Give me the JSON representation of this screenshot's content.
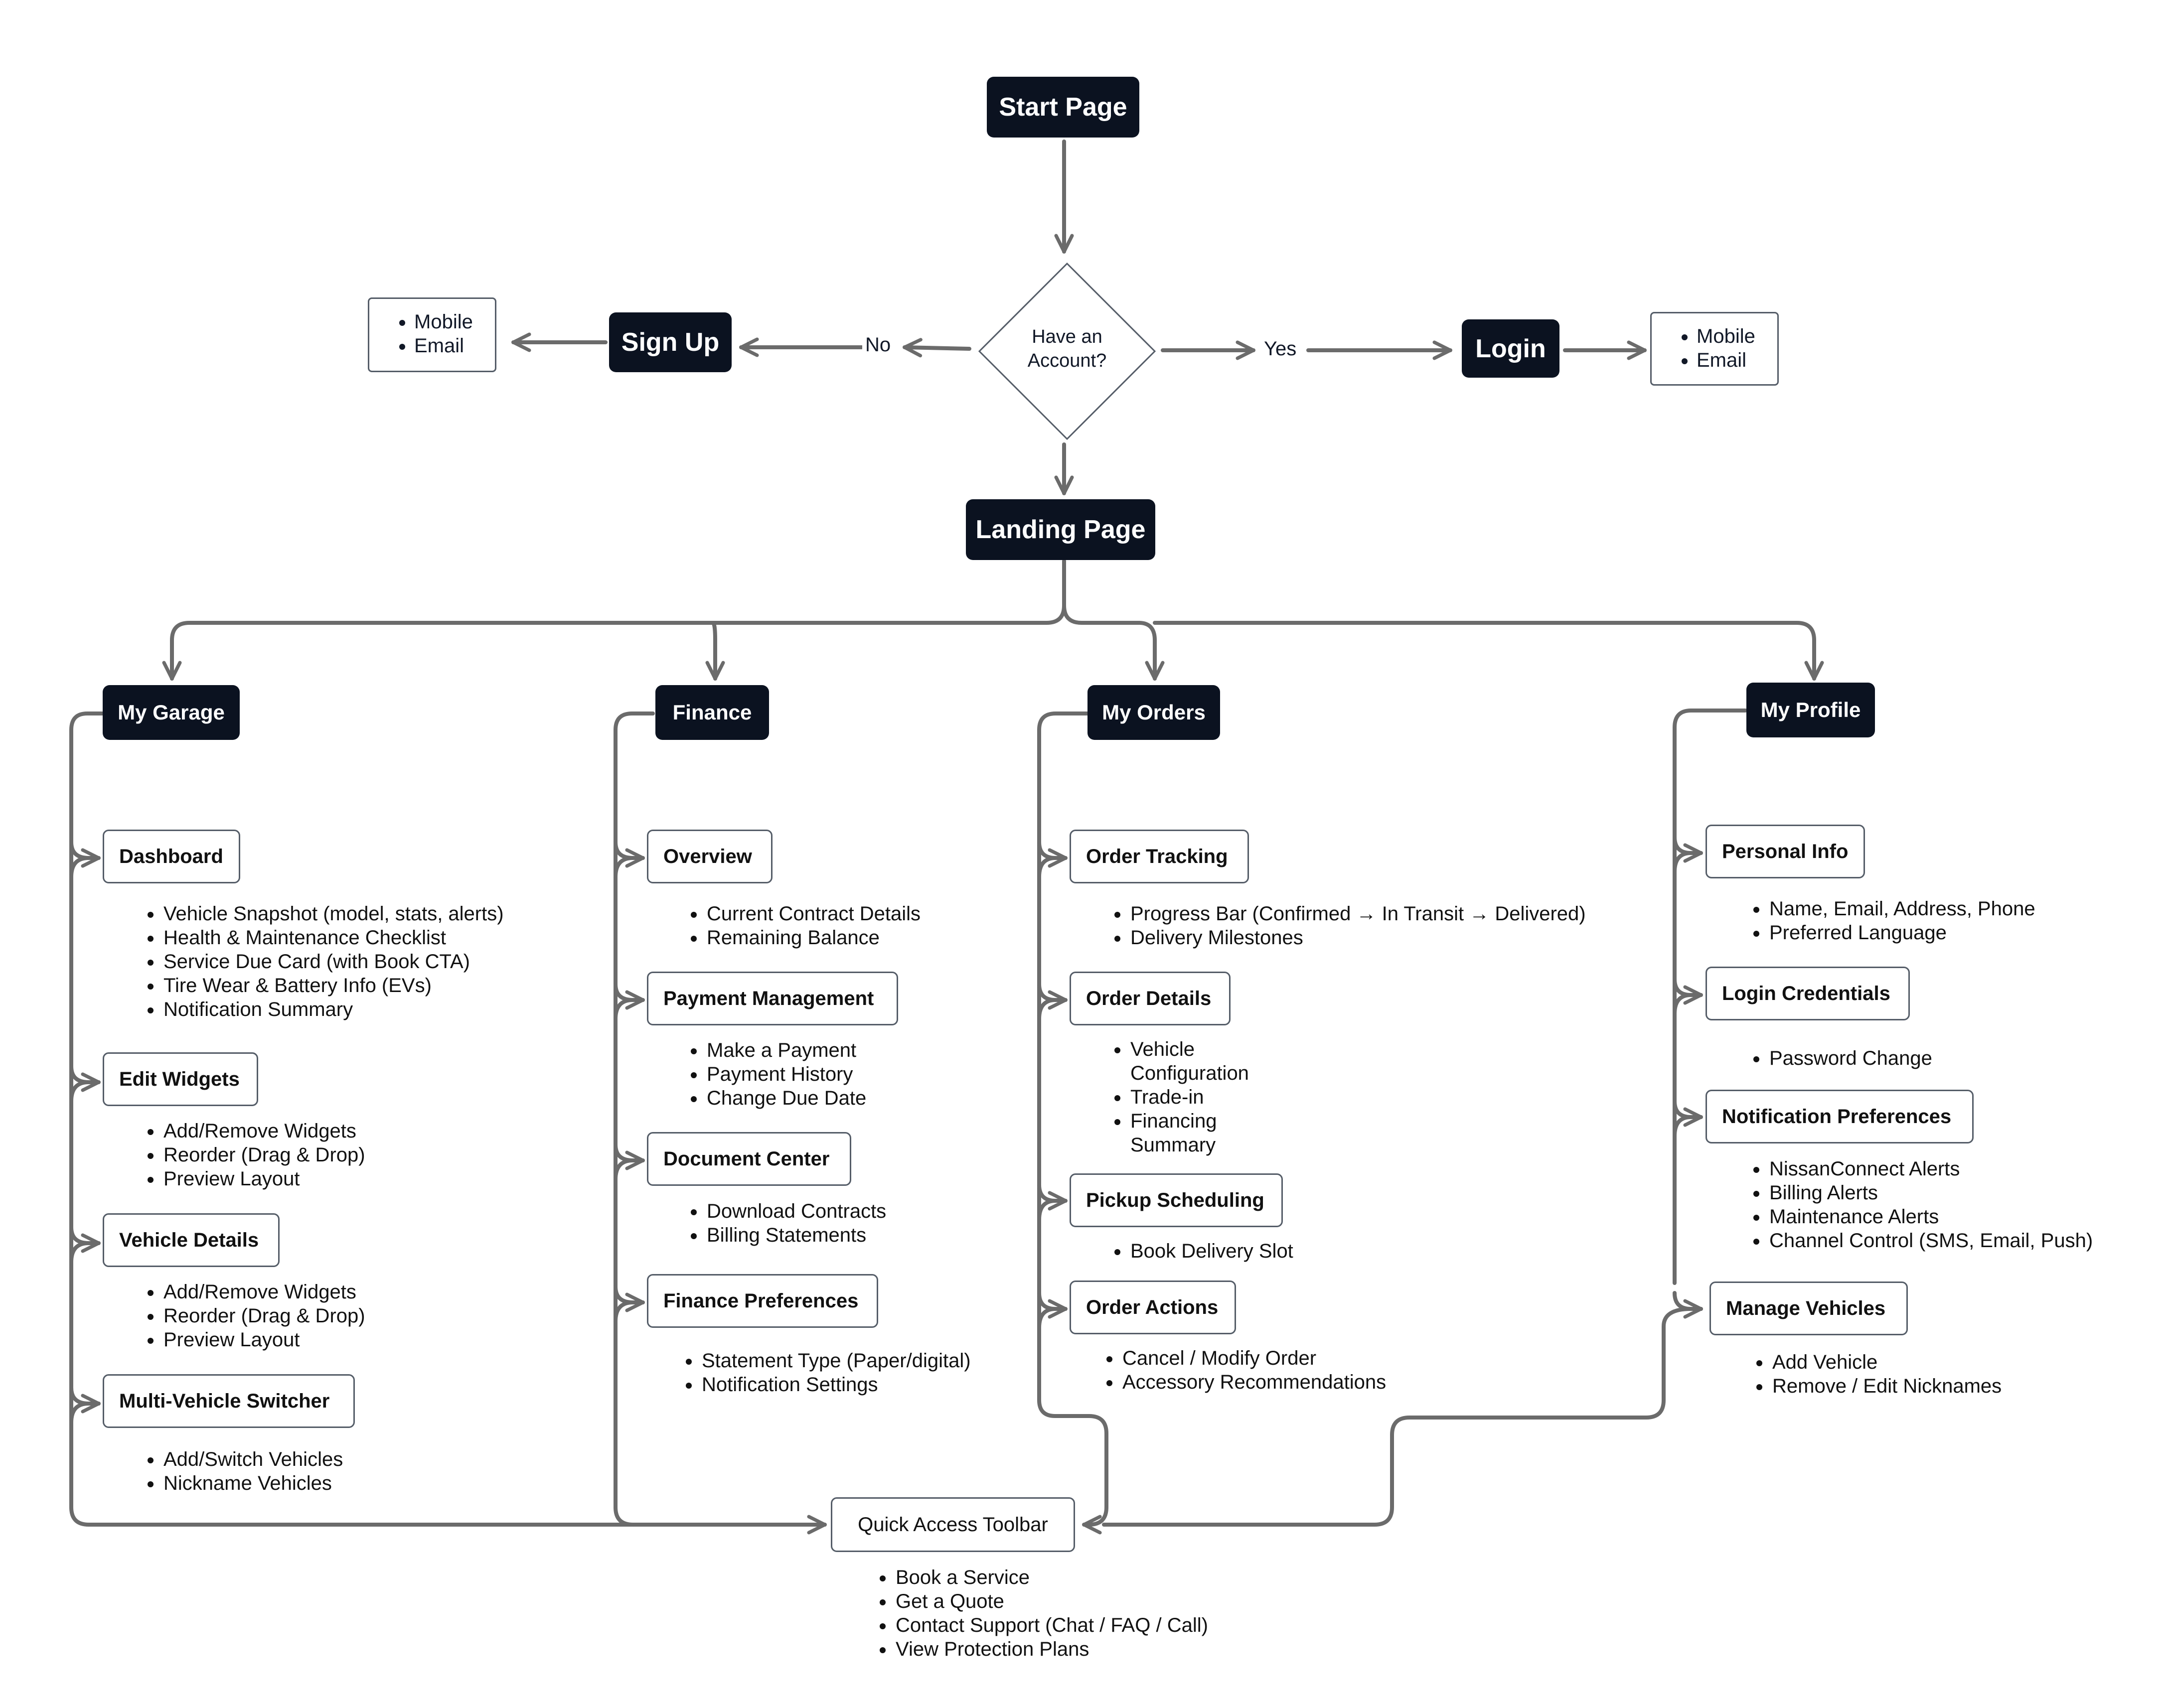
{
  "colors": {
    "dark_node": "#0b1220",
    "connector": "#6b6b6b",
    "border": "#555d68"
  },
  "flow": {
    "start": "Start Page",
    "decision_line1": "Have an",
    "decision_line2": "Account?",
    "no_label": "No",
    "yes_label": "Yes",
    "signup": "Sign Up",
    "login": "Login",
    "signup_options": [
      "Mobile",
      "Email"
    ],
    "login_options": [
      "Mobile",
      "Email"
    ],
    "landing": "Landing Page"
  },
  "sections": {
    "garage": {
      "title": "My Garage",
      "items": [
        {
          "label": "Dashboard",
          "bullets": [
            "Vehicle Snapshot (model, stats, alerts)",
            "Health & Maintenance Checklist",
            "Service Due Card (with Book CTA)",
            "Tire Wear & Battery Info (EVs)",
            "Notification Summary"
          ]
        },
        {
          "label": "Edit Widgets",
          "bullets": [
            "Add/Remove Widgets",
            "Reorder (Drag & Drop)",
            "Preview Layout"
          ]
        },
        {
          "label": "Vehicle Details",
          "bullets": [
            "Add/Remove Widgets",
            "Reorder (Drag & Drop)",
            "Preview Layout"
          ]
        },
        {
          "label": "Multi-Vehicle Switcher",
          "bullets": [
            "Add/Switch Vehicles",
            "Nickname Vehicles"
          ]
        }
      ]
    },
    "finance": {
      "title": "Finance",
      "items": [
        {
          "label": "Overview",
          "bullets": [
            "Current Contract Details",
            "Remaining Balance"
          ]
        },
        {
          "label": "Payment Management",
          "bullets": [
            "Make a Payment",
            "Payment History",
            "Change Due Date"
          ]
        },
        {
          "label": "Document Center",
          "bullets": [
            "Download Contracts",
            "Billing Statements"
          ]
        },
        {
          "label": "Finance Preferences",
          "bullets": [
            "Statement Type (Paper/digital)",
            "Notification Settings"
          ]
        }
      ]
    },
    "orders": {
      "title": "My Orders",
      "items": [
        {
          "label": "Order Tracking",
          "bullets": [
            "Progress Bar (Confirmed → In Transit → Delivered)",
            "Delivery Milestones"
          ]
        },
        {
          "label": "Order Details",
          "bullets": [
            "Vehicle Configuration",
            "Trade-in",
            "Financing Summary"
          ]
        },
        {
          "label": "Pickup Scheduling",
          "bullets": [
            "Book Delivery Slot"
          ]
        },
        {
          "label": "Order Actions",
          "bullets": [
            "Cancel / Modify Order",
            "Accessory Recommendations"
          ]
        }
      ]
    },
    "profile": {
      "title": "My Profile",
      "items": [
        {
          "label": "Personal Info",
          "bullets": [
            "Name, Email, Address, Phone",
            "Preferred Language"
          ]
        },
        {
          "label": "Login Credentials",
          "bullets": [
            "Password Change"
          ]
        },
        {
          "label": "Notification Preferences",
          "bullets": [
            "NissanConnect Alerts",
            "Billing Alerts",
            "Maintenance Alerts",
            "Channel Control (SMS, Email, Push)"
          ]
        },
        {
          "label": "Manage Vehicles",
          "bullets": [
            "Add Vehicle",
            "Remove / Edit Nicknames"
          ]
        }
      ]
    }
  },
  "quick_access": {
    "title": "Quick Access Toolbar",
    "bullets": [
      "Book a Service",
      "Get a Quote",
      "Contact Support (Chat / FAQ / Call)",
      "View Protection Plans"
    ]
  }
}
